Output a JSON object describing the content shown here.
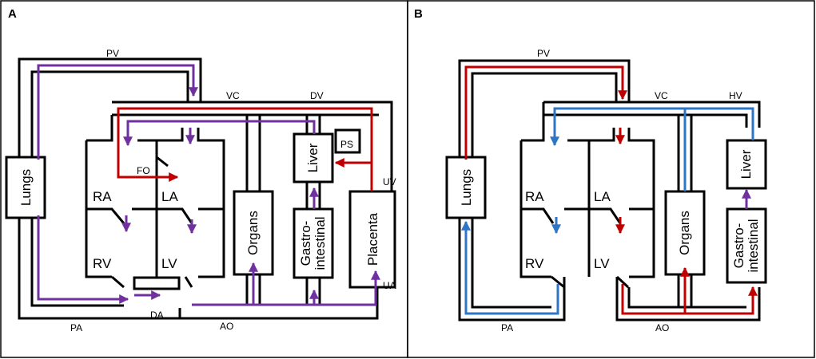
{
  "panelA": {
    "letter": "A",
    "labels": {
      "pv": "PV",
      "vc": "VC",
      "dv": "DV",
      "ps": "PS",
      "uv": "UV",
      "ua": "UA",
      "pa": "PA",
      "da": "DA",
      "ao": "AO",
      "fo": "FO",
      "ra": "RA",
      "la": "LA",
      "rv": "RV",
      "lv": "LV",
      "lungs": "Lungs",
      "organs": "Organs",
      "liver": "Liver",
      "gastro1": "Gastro-",
      "gastro2": "intestinal",
      "placenta": "Placenta"
    }
  },
  "panelB": {
    "letter": "B",
    "labels": {
      "pv": "PV",
      "vc": "VC",
      "hv": "HV",
      "pa": "PA",
      "ao": "AO",
      "ra": "RA",
      "la": "LA",
      "rv": "RV",
      "lv": "LV",
      "lungs": "Lungs",
      "organs": "Organs",
      "liver": "Liver",
      "gastro1": "Gastro-",
      "gastro2": "intestinal"
    }
  },
  "colors": {
    "mixed": "#7030a0",
    "oxygenated": "#c00000",
    "deoxygenated": "#2e75c6"
  }
}
